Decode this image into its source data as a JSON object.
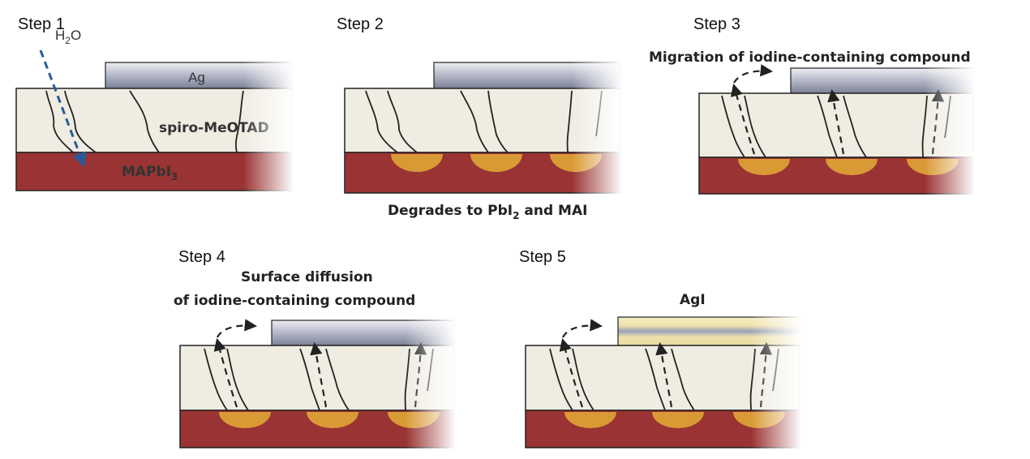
{
  "colors": {
    "spiro_fill": "#efece2",
    "perovskite_fill": "#9a3333",
    "pbi2_spot": "#d99a36",
    "ag_dark": "#7c8196",
    "ag_light": "#eeeef2",
    "agi_band": "#f3e7b9",
    "water_arrow": "#2a5a9a",
    "outline": "#222222"
  },
  "steps": [
    {
      "label": "Step 1",
      "h2o": {
        "main": "H",
        "sub": "2",
        "tail": "O"
      },
      "ag_label": "Ag",
      "spiro_label": "spiro-MeOTAD",
      "perovskite_label": {
        "main": "MAPbI",
        "sub": "3"
      },
      "has_spots": false,
      "has_migration_arrows": false,
      "electrode": "Ag"
    },
    {
      "label": "Step 2",
      "caption": {
        "pre": "Degrades to PbI",
        "sub": "2",
        "post": " and MAI"
      },
      "has_spots": true,
      "has_migration_arrows": false,
      "electrode": "Ag"
    },
    {
      "label": "Step 3",
      "caption": "Migration of iodine-containing compound",
      "has_spots": true,
      "has_migration_arrows": true,
      "electrode": "Ag"
    },
    {
      "label": "Step 4",
      "caption_lines": [
        "Surface diffusion",
        "of iodine-containing compound"
      ],
      "has_spots": true,
      "has_migration_arrows": true,
      "electrode": "Ag"
    },
    {
      "label": "Step 5",
      "caption": "AgI",
      "has_spots": true,
      "has_migration_arrows": true,
      "electrode": "AgI"
    }
  ]
}
